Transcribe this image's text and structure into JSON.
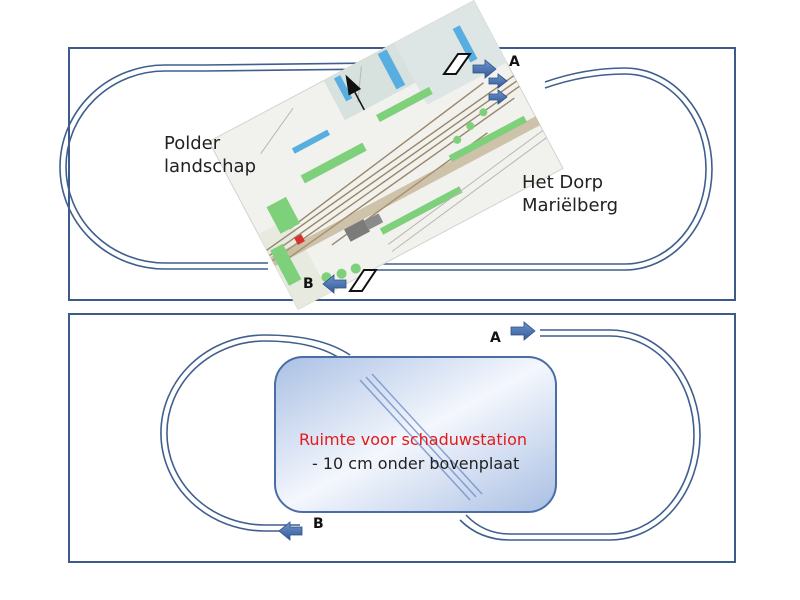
{
  "top_panel": {
    "left_region": {
      "line1": "Polder",
      "line2": "landschap"
    },
    "right_region": {
      "line1": "Het Dorp",
      "line2": "Mariëlberg"
    },
    "marker_a": "A",
    "marker_b": "B"
  },
  "bottom_panel": {
    "box_title": "Ruimte voor schaduwstation",
    "box_note": "- 10 cm onder bovenplaat",
    "marker_a": "A",
    "marker_b": "B"
  },
  "colors": {
    "frame": "#3d5b8a",
    "track": "#3f5f8f",
    "arrow": "#4a73b2",
    "title_red": "#e31b1b",
    "box_fill": "#c7d6ee"
  }
}
